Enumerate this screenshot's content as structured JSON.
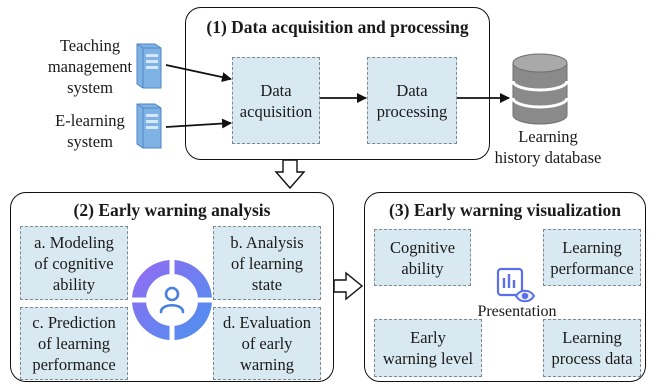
{
  "sources": {
    "teaching": "Teaching\nmanagement\nsystem",
    "elearning": "E-learning\nsystem"
  },
  "panel1": {
    "title": "(1) Data acquisition and processing",
    "acquisition": "Data\nacquisition",
    "processing": "Data\nprocessing"
  },
  "database": {
    "label": "Learning\nhistory database"
  },
  "panel2": {
    "title": "(2) Early warning analysis",
    "a": "a. Modeling\nof cognitive\nability",
    "b": "b. Analysis\nof learning\nstate",
    "c": "c. Prediction\nof learning\nperformance",
    "d": "d. Evaluation\nof early\nwarning"
  },
  "panel3": {
    "title": "(3) Early warning visualization",
    "cognitive": "Cognitive\nability",
    "performance": "Learning\nperformance",
    "level": "Early\nwarning level",
    "process": "Learning\nprocess data",
    "presentation": "Presentation"
  },
  "colors": {
    "box_fill": "#d9e9f1",
    "box_border": "#7b8a94",
    "accent_purple": "#6a5cf0",
    "accent_blue": "#5b8fef",
    "server_blue": "#7fb3e6",
    "database_gray": "#7a7a7a"
  },
  "icons": {
    "server": "server-icon",
    "database": "database-icon",
    "person": "person-icon",
    "presentation": "presentation-icon"
  }
}
